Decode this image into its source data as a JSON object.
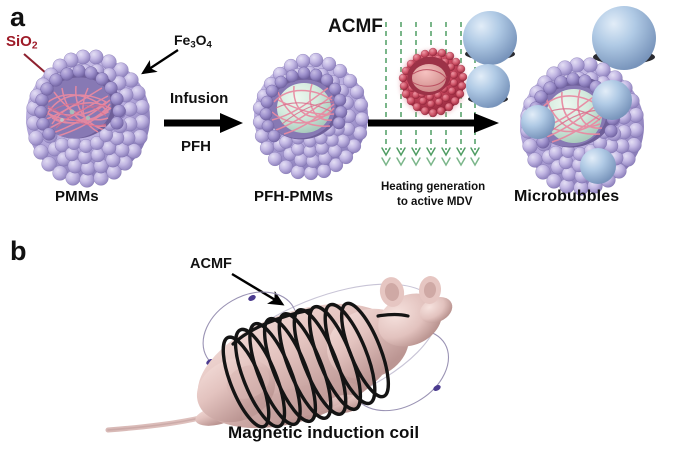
{
  "figure": {
    "panels": [
      {
        "letter": "a",
        "name": "synthesis-and-activation-scheme",
        "labels": {
          "sio2": "SiO2",
          "sio2_base": "SiO",
          "sio2_sub": "2",
          "fe3o4_base1": "Fe",
          "fe3o4_sub1": "3",
          "fe3o4_base2": "O",
          "fe3o4_sub2": "4",
          "arrow1_top": "Infusion",
          "arrow1_bottom": "PFH",
          "acmf": "ACMF",
          "heating_line1": "Heating generation",
          "heating_line2": "to active MDV"
        },
        "stage_captions": [
          "PMMs",
          "PFH-PMMs",
          "Microbubbles"
        ]
      },
      {
        "letter": "b",
        "name": "mouse-in-induction-coil",
        "labels": {
          "acmf": "ACMF",
          "caption": "Magnetic induction coil"
        }
      }
    ]
  },
  "colors": {
    "bead_light": "#cfc6ea",
    "bead_mid": "#b3a7d9",
    "bead_dark": "#8d80bb",
    "sio2_fiber": "#e8849d",
    "sio2_label": "#9e1b28",
    "pfh_core": "#d5ebdc",
    "heated_bead": "#c94a60",
    "heated_dark": "#9e2b40",
    "bubble_blue": "#a9c6e3",
    "bubble_blue_dark": "#7f9fc4",
    "field_green": "#4f9d63",
    "arrow_black": "#000000",
    "mouse_body": "#e6c5c2",
    "mouse_shadow": "#bf9b99",
    "coil_black": "#1a1a1a",
    "field_loop": "#8a8aa8",
    "field_node": "#4b3b8f"
  }
}
